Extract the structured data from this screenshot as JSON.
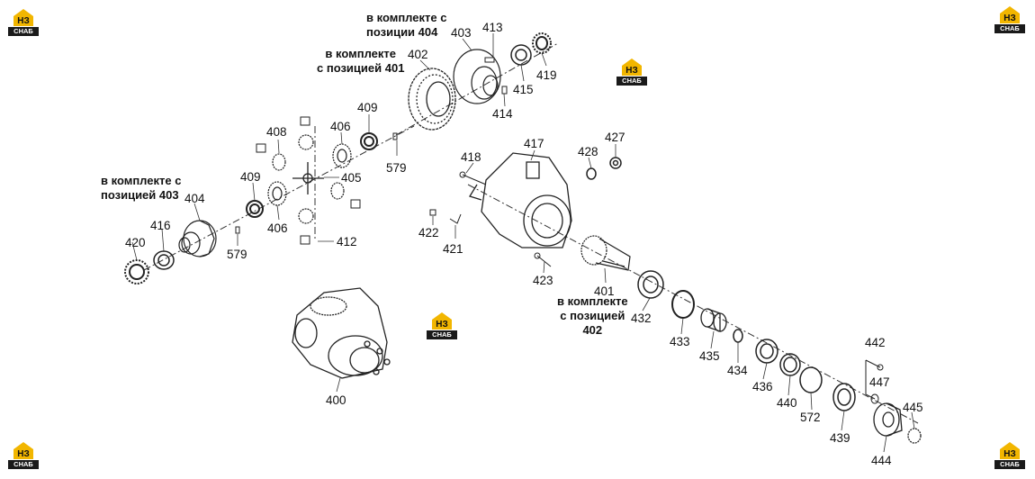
{
  "logos": [
    {
      "top": "НЗ",
      "bottom": "СНАБ"
    }
  ],
  "notes": {
    "n404": [
      "в комплекте с",
      "позиции ",
      "404"
    ],
    "n401": [
      "в комплекте",
      "с позицией 401"
    ],
    "n403": [
      "в комплекте с",
      "позицией 403"
    ],
    "n402": [
      "в комплекте",
      "с позицией",
      "402"
    ]
  },
  "parts": [
    "400",
    "401",
    "402",
    "403",
    "404",
    "405",
    "406",
    "406",
    "408",
    "409",
    "409",
    "412",
    "413",
    "414",
    "415",
    "416",
    "417",
    "418",
    "419",
    "420",
    "421",
    "422",
    "423",
    "427",
    "428",
    "432",
    "433",
    "434",
    "435",
    "436",
    "439",
    "440",
    "442",
    "444",
    "445",
    "447",
    "572",
    "579",
    "579"
  ]
}
